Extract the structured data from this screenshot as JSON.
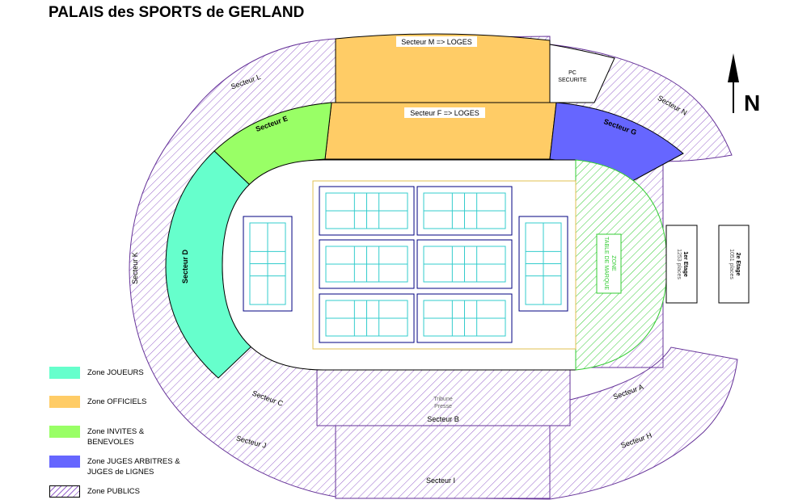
{
  "title": "PALAIS des SPORTS de GERLAND",
  "north_label": "N",
  "colors": {
    "joueurs": "#66FFCC",
    "officiels": "#FFCC66",
    "invites": "#99FF66",
    "juges": "#6666FF",
    "publics_hatch": "#9966CC",
    "table_marque": "#33CC33"
  },
  "sectors": {
    "M": "Secteur M => LOGES",
    "F": "Secteur F => LOGES",
    "E": "Secteur E",
    "G": "Secteur G",
    "D": "Secteur D",
    "L": "Secteur L",
    "K": "Secteur K",
    "J": "Secteur J",
    "C": "Secteur C",
    "B": "Secteur B",
    "I": "Secteur I",
    "A": "Secteur A",
    "H": "Secteur H",
    "N": "Secteur N"
  },
  "pc_securite": [
    "PC",
    "SECURITE"
  ],
  "tribune_presse": [
    "Tribune",
    "Presse"
  ],
  "table_marque": [
    "ZONE",
    "TABLE DE MARQUE"
  ],
  "etages": [
    {
      "name": "1er Etage",
      "places": "1253 places"
    },
    {
      "name": "2e Etage",
      "places": "1051 places"
    }
  ],
  "legend": [
    {
      "label": "Zone JOUEURS",
      "key": "joueurs"
    },
    {
      "label": "Zone OFFICIELS",
      "key": "officiels"
    },
    {
      "label": "Zone INVITES & BENEVOLES",
      "key": "invites"
    },
    {
      "label": "Zone JUGES ARBITRES & JUGES de LIGNES",
      "key": "juges"
    },
    {
      "label": "Zone PUBLICS",
      "key": "publics"
    }
  ]
}
